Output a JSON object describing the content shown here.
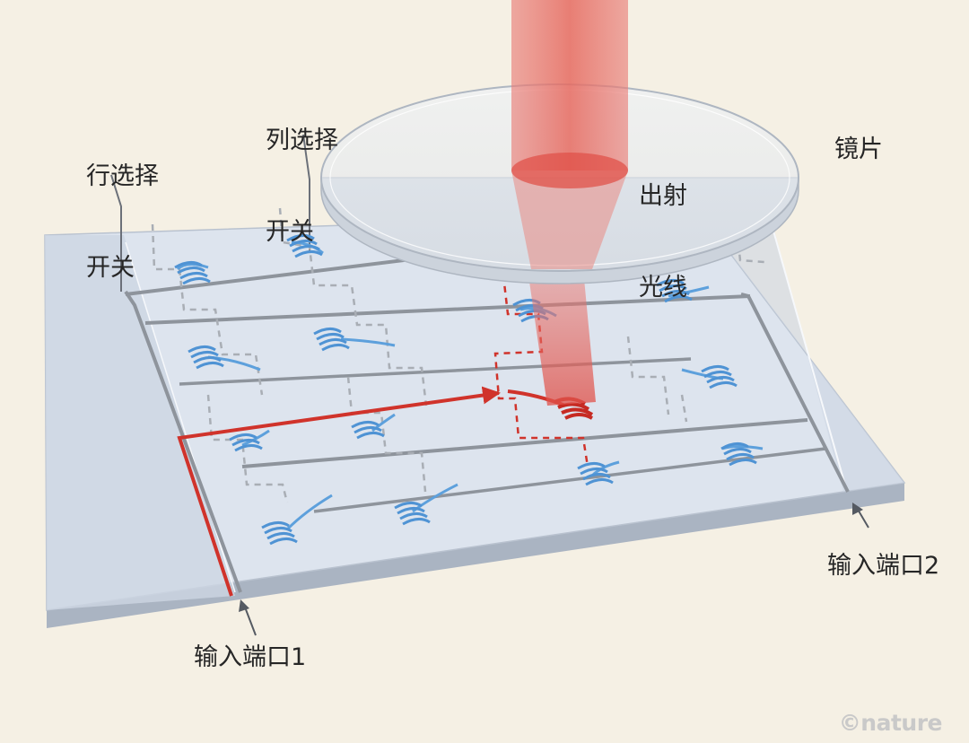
{
  "labels": {
    "row_switch": [
      "行选择",
      "开关"
    ],
    "column_switch": [
      "列选择",
      "开关"
    ],
    "output_light": [
      "出射",
      "光线"
    ],
    "lens": "镜片",
    "input_port_1": "输入端口1",
    "input_port_2": "输入端口2"
  },
  "credit": "©nature",
  "colors": {
    "background": "#f5f0e4",
    "chip": "#dde4ee",
    "waveguide": "#8e949c",
    "switch_path": "#a9aeb5",
    "active_path": "#d0332b",
    "emitter": "#5da0dc",
    "beam": "#e46a5e",
    "text": "#262626"
  },
  "icons": [
    "grating-emitter-icon",
    "arrow-icon"
  ]
}
